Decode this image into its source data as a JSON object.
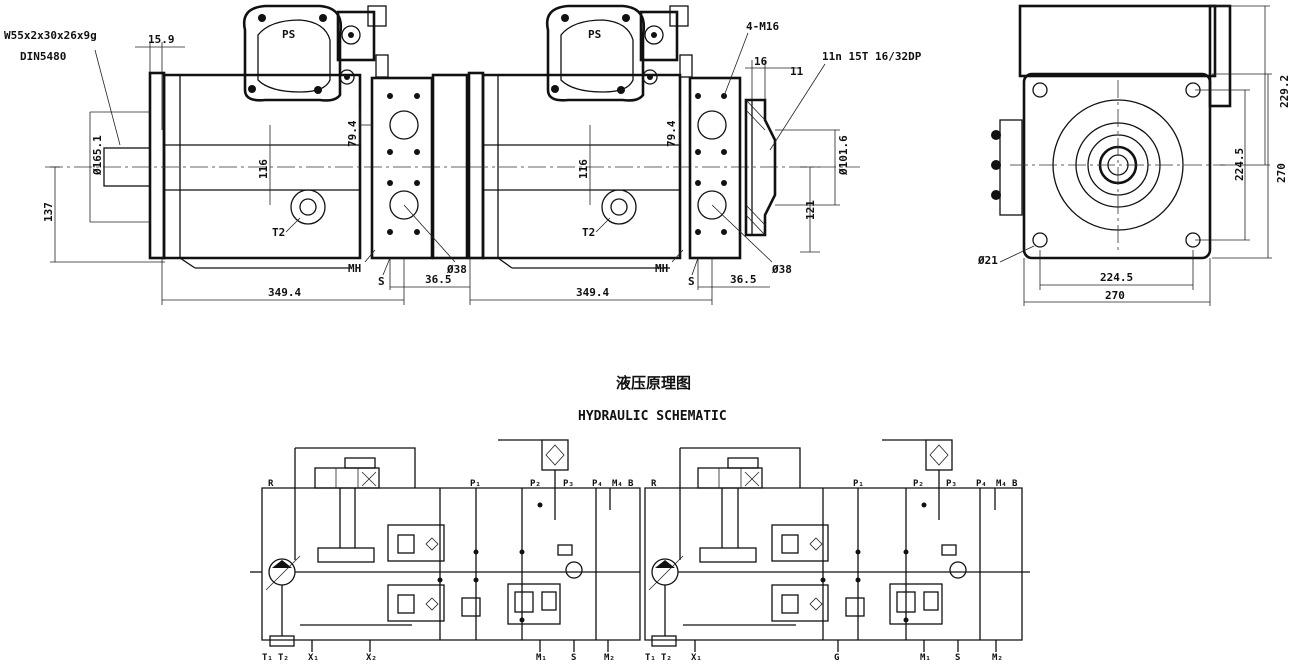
{
  "drawing": {
    "spline_spec": [
      "W55x2x30x26x9g",
      "DIN5480"
    ],
    "schematic_title_cn": "液压原理图",
    "schematic_title_en": "HYDRAULIC SCHEMATIC",
    "views": {
      "left_unit": {
        "dims": {
          "offset_15_9": "15.9",
          "dia_165_1": "Ø165.1",
          "dim_137": "137",
          "dim_116": "116",
          "dim_79_4": "79.4",
          "length_349_4": "349.4",
          "dim_36_5": "36.5",
          "dia_38": "Ø38"
        },
        "ports": {
          "ps": "PS",
          "t2": "T2",
          "mh": "MH",
          "s": "S"
        }
      },
      "right_unit": {
        "dims": {
          "dim_116": "116",
          "dim_79_4": "79.4",
          "length_349_4": "349.4",
          "dim_36_5": "36.5",
          "dia_38": "Ø38",
          "bolts": "4-M16",
          "dim_16": "16",
          "dim_11": "11",
          "spline_note": "11n 15T 16/32DP",
          "dia_101_6": "Ø101.6",
          "dim_121": "121"
        },
        "ports": {
          "ps": "PS",
          "t2": "T2",
          "mh": "MH",
          "s": "S"
        }
      },
      "end_view": {
        "dims": {
          "dim_229_2": "229.2",
          "dim_224_5_v": "224.5",
          "dim_270_v": "270",
          "dim_224_5_h": "224.5",
          "dim_270_h": "270",
          "dia_21": "Ø21"
        }
      }
    },
    "schematic_ports": {
      "left": {
        "top": [
          "R",
          "P₁",
          "P₂",
          "P₃",
          "P₄",
          "M₄",
          "B"
        ],
        "bottom": [
          "T₁",
          "T₂",
          "X₁",
          "X₂",
          "M₁",
          "S",
          "M₂"
        ]
      },
      "right": {
        "top": [
          "R",
          "P₁",
          "P₂",
          "P₃",
          "P₄",
          "M₄",
          "B"
        ],
        "bottom": [
          "T₁",
          "T₂",
          "X₁",
          "G",
          "M₁",
          "S",
          "M₂"
        ]
      }
    }
  }
}
